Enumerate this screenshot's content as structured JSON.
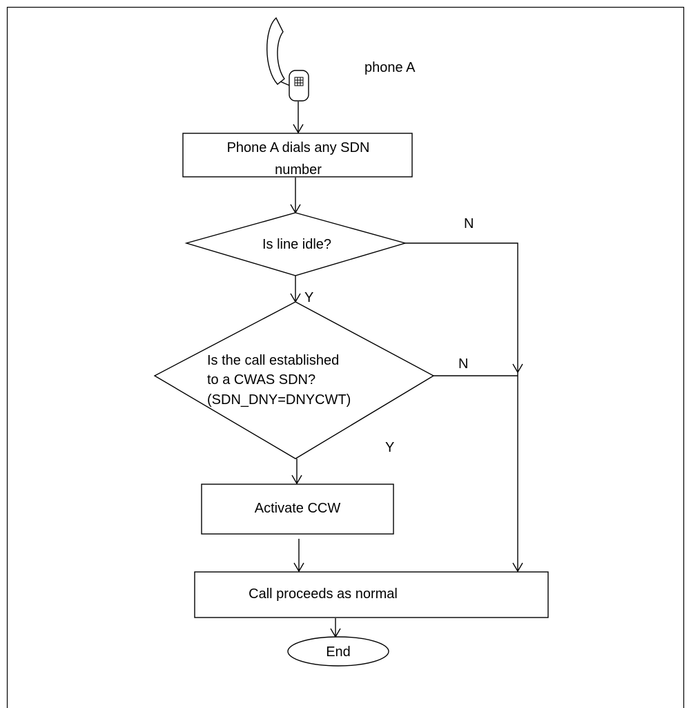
{
  "phone_label": "phone A",
  "nodes": {
    "dial": "Phone A dials any SDN number",
    "dial_line1": "Phone A dials any SDN",
    "dial_line2": "number",
    "line_idle": "Is line idle?",
    "cwas_line1": "Is the call established",
    "cwas_line2": "to a CWAS SDN?",
    "cwas_line3": "(SDN_DNY=DNYCWT)",
    "activate": "Activate CCW",
    "proceeds": "Call proceeds as normal",
    "end": "End"
  },
  "branches": {
    "idle_no": "N",
    "idle_yes": "Y",
    "cwas_no": "N",
    "cwas_yes": "Y"
  }
}
